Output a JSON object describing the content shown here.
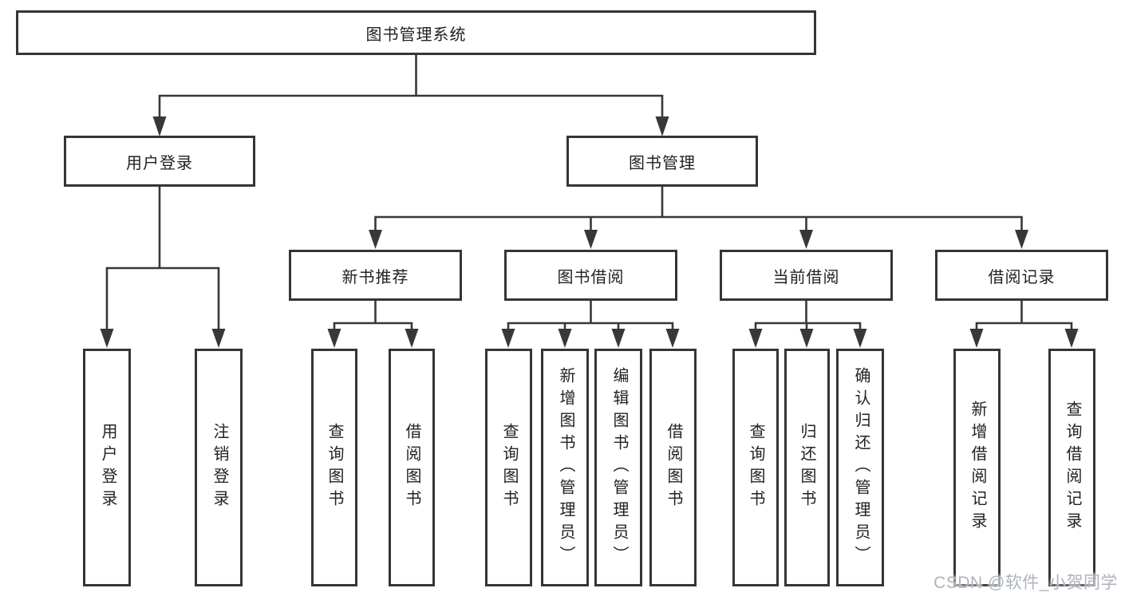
{
  "diagram": {
    "title": "图书管理系统",
    "branches": [
      {
        "label": "用户登录",
        "children": [
          {
            "label": "用户登录"
          },
          {
            "label": "注销登录"
          }
        ]
      },
      {
        "label": "图书管理",
        "children": [
          {
            "label": "新书推荐",
            "children": [
              {
                "label": "查询图书"
              },
              {
                "label": "借阅图书"
              }
            ]
          },
          {
            "label": "图书借阅",
            "children": [
              {
                "label": "查询图书"
              },
              {
                "label": "新增图书（管理员）"
              },
              {
                "label": "编辑图书（管理员）"
              },
              {
                "label": "借阅图书"
              }
            ]
          },
          {
            "label": "当前借阅",
            "children": [
              {
                "label": "查询图书"
              },
              {
                "label": "归还图书"
              },
              {
                "label": "确认归还（管理员）"
              }
            ]
          },
          {
            "label": "借阅记录",
            "children": [
              {
                "label": "新增借阅记录"
              },
              {
                "label": "查询借阅记录"
              }
            ]
          }
        ]
      }
    ]
  },
  "watermark": {
    "text": "CSDN @软件_小贺同学"
  },
  "colors": {
    "line": "#383838",
    "box_border": "#353535",
    "text": "#222222",
    "bg": "#ffffff",
    "watermark": "#aeb3bc"
  }
}
